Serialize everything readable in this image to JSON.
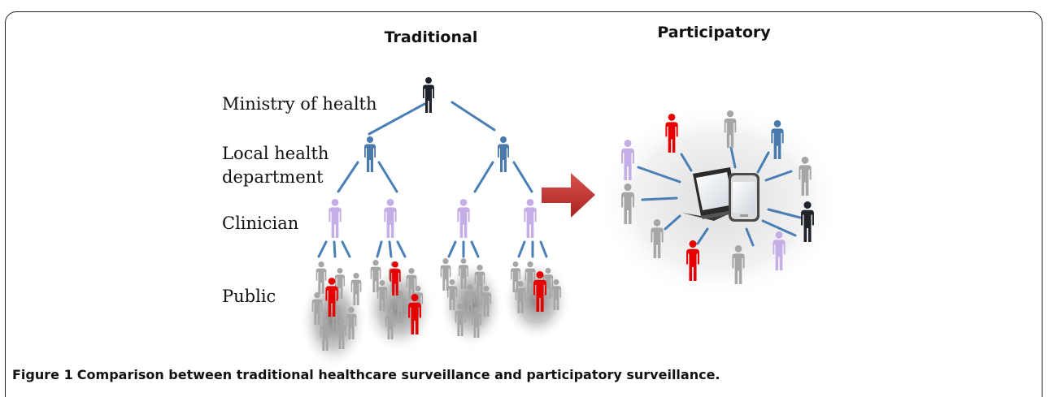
{
  "titles": {
    "traditional": "Traditional",
    "participatory": "Participatory"
  },
  "levels": {
    "ministry": "Ministry of health",
    "local_line1": "Local health",
    "local_line2": "department",
    "clinician": "Clinician",
    "public": "Public"
  },
  "caption": {
    "label": "Figure 1",
    "text": "Comparison between traditional healthcare surveillance and participatory surveillance."
  },
  "colors": {
    "ministry": "#1f2329",
    "local": "#4a7aab",
    "clinician": "#c4aee6",
    "public": "#a6a6a6",
    "infected": "#e60000",
    "line": "#4a7fb5",
    "arrow": "#c0302a"
  },
  "icons": [
    "person-icon",
    "laptop-icon",
    "smartphone-icon",
    "arrow-right-icon"
  ]
}
